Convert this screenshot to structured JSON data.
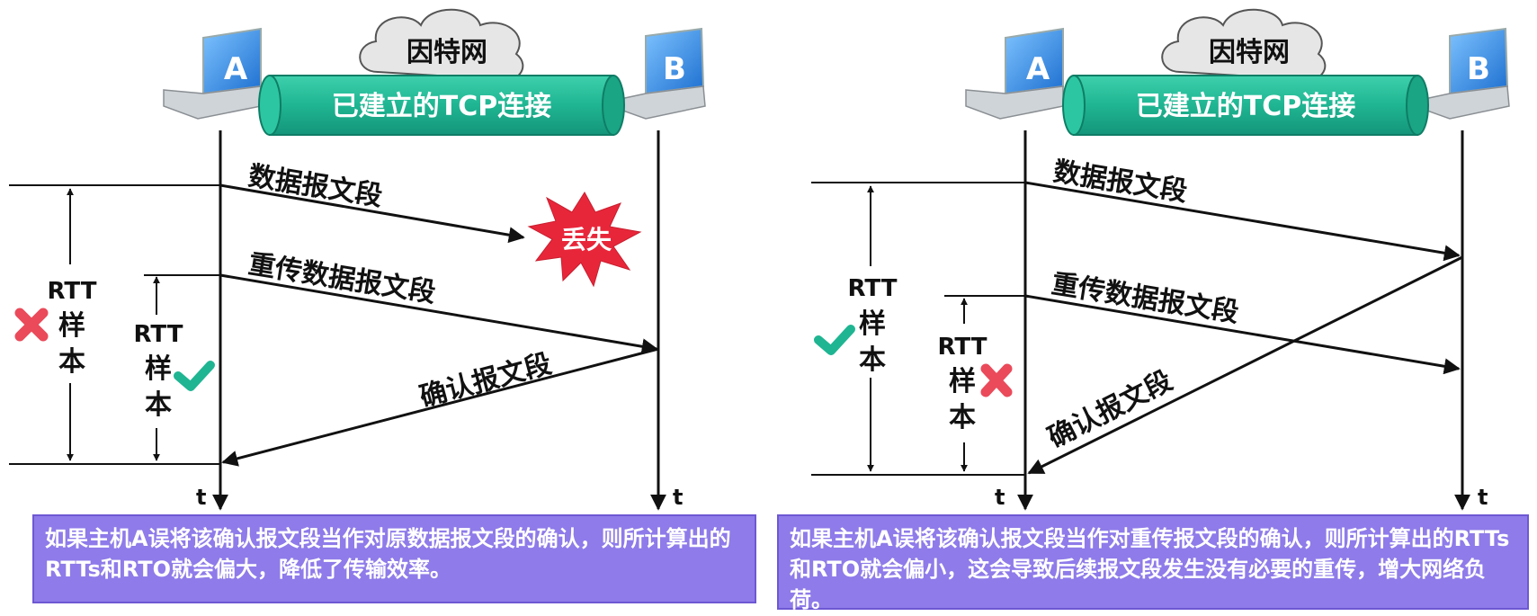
{
  "colors": {
    "pipe": "#1fb592",
    "caption_bg": "#8f7be9",
    "cross": "#ea4a5a",
    "check": "#1fb592",
    "burst": "#e8263a",
    "laptop": "#3c8de0"
  },
  "panels": [
    {
      "cloud_label": "因特网",
      "pipe_label": "已建立的TCP连接",
      "host_a": "A",
      "host_b": "B",
      "time_a": "t",
      "time_b": "t",
      "msg_data": "数据报文段",
      "msg_lost": "丢失",
      "msg_retx": "重传数据报文段",
      "msg_ack": "确认报文段",
      "rtt_big": [
        "RTT",
        "样",
        "本"
      ],
      "rtt_small": [
        "RTT",
        "样",
        "本"
      ],
      "caption": "如果主机A误将该确认报文段当作对原数据报文段的确认，则所计算出的RTTs和RTO就会偏大，降低了传输效率。",
      "icons": {
        "big_rtt": "cross-icon",
        "small_rtt": "check-icon"
      }
    },
    {
      "cloud_label": "因特网",
      "pipe_label": "已建立的TCP连接",
      "host_a": "A",
      "host_b": "B",
      "time_a": "t",
      "time_b": "t",
      "msg_data": "数据报文段",
      "msg_retx": "重传数据报文段",
      "msg_ack": "确认报文段",
      "rtt_big": [
        "RTT",
        "样",
        "本"
      ],
      "rtt_small": [
        "RTT",
        "样",
        "本"
      ],
      "caption": "如果主机A误将该确认报文段当作对重传报文段的确认，则所计算出的RTTs和RTO就会偏小，这会导致后续报文段发生没有必要的重传，增大网络负荷。",
      "icons": {
        "big_rtt": "check-icon",
        "small_rtt": "cross-icon"
      }
    }
  ]
}
